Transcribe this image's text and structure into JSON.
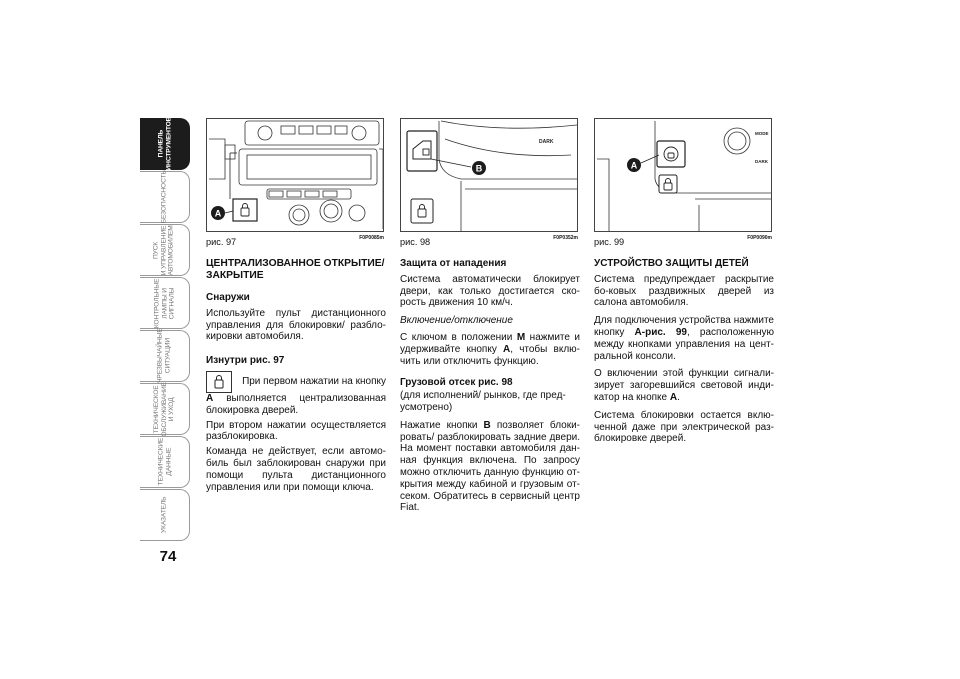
{
  "sidebar": {
    "tabs": [
      {
        "label": "ПАНЕЛЬ\nИНСТРУМЕНТОВ",
        "active": true
      },
      {
        "label": "БЕЗОПАСНОСТЬ",
        "active": false
      },
      {
        "label": "ПУСК\nИ УПРАВЛЕНИЕ\nАВТОМОБИЛЕМ",
        "active": false
      },
      {
        "label": "КОНТРОЛЬНЫЕ\nЛАМПЫ И\nСИГНАЛЫ",
        "active": false
      },
      {
        "label": "ЧРЕЗВЫЧАЙНЫЕ\nСИТУАЦИИ",
        "active": false
      },
      {
        "label": "ТЕХНИЧЕСКОЕ\nОБСЛУЖИВАНИЕ\nИ УХОД",
        "active": false
      },
      {
        "label": "ТЕХНИЧЕСКИЕ\nДАННЫЕ",
        "active": false
      },
      {
        "label": "УКАЗАТЕЛЬ",
        "active": false
      }
    ],
    "page_number": "74"
  },
  "figures": [
    {
      "caption": "рис. 97",
      "code": "F0P0085m",
      "callout": "A"
    },
    {
      "caption": "рис. 98",
      "code": "F0P0352m",
      "callout": "B",
      "panel_text": "DARK"
    },
    {
      "caption": "рис. 99",
      "code": "F0P0090m",
      "callout": "A",
      "panel_text_1": "MODE",
      "panel_text_2": "DARK"
    }
  ],
  "col1": {
    "heading": "ЦЕНТРАЛИЗОВАННОЕ ОТКРЫТИЕ/ЗАКРЫТИЕ",
    "outside_title": "Снаружи",
    "outside_text": "Используйте пульт дистанционного управления для блокировки/ разбло-кировки автомобиля.",
    "inside_title": "Изнутри рис. 97",
    "first_press_a": "При первом нажатии на кнопку",
    "first_press_key": "A",
    "first_press_b": " выполняется централизованная блокировка дверей.",
    "second_press": "При втором нажатии осуществляется разблокировка.",
    "no_effect": "Команда не действует, если автомо-биль был заблокирован снаружи при помощи пульта дистанционного управления или при помощи ключа."
  },
  "col2": {
    "heading": "Защита от нападения",
    "intro": "Система автоматически блокирует двери, как только достигается ско-рость движения 10 км/ч.",
    "onoff_title": "Включение/отключение",
    "onoff_a": "С ключом в положении ",
    "onoff_key_m": "M",
    "onoff_b": " нажмите и удерживайте кнопку ",
    "onoff_key_a": "A",
    "onoff_c": ", чтобы вклю-чить или отключить функцию.",
    "cargo_title": "Грузовой отсек рис. 98",
    "cargo_note": "(для исполнений/ рынков, где пред-усмотрено)",
    "cargo_a": "Нажатие кнопки ",
    "cargo_key_b": "B",
    "cargo_b": " позволяет блоки-ровать/ разблокировать задние двери. На момент поставки автомобиля дан-ная функция включена. По запросу можно отключить данную функцию от-крытия между кабиной и грузовым от-секом. Обратитесь в сервисный центр Fiat."
  },
  "col3": {
    "heading": "УСТРОЙСТВО ЗАЩИТЫ ДЕТЕЙ",
    "p1": "Система предупреждает раскрытие бо-ковых раздвижных дверей из салона автомобиля.",
    "p2_a": "Для подключения устройства нажмите кнопку ",
    "p2_ref": "A-рис. 99",
    "p2_b": ", расположенную между кнопками управления на цент-ральной консоли.",
    "p3_a": "О включении этой функции сигнали-зирует загоревшийся световой инди-катор на кнопке ",
    "p3_key": "A",
    "p3_b": ".",
    "p4": "Система блокировки остается вклю-ченной даже при электрической раз-блокировке дверей."
  }
}
